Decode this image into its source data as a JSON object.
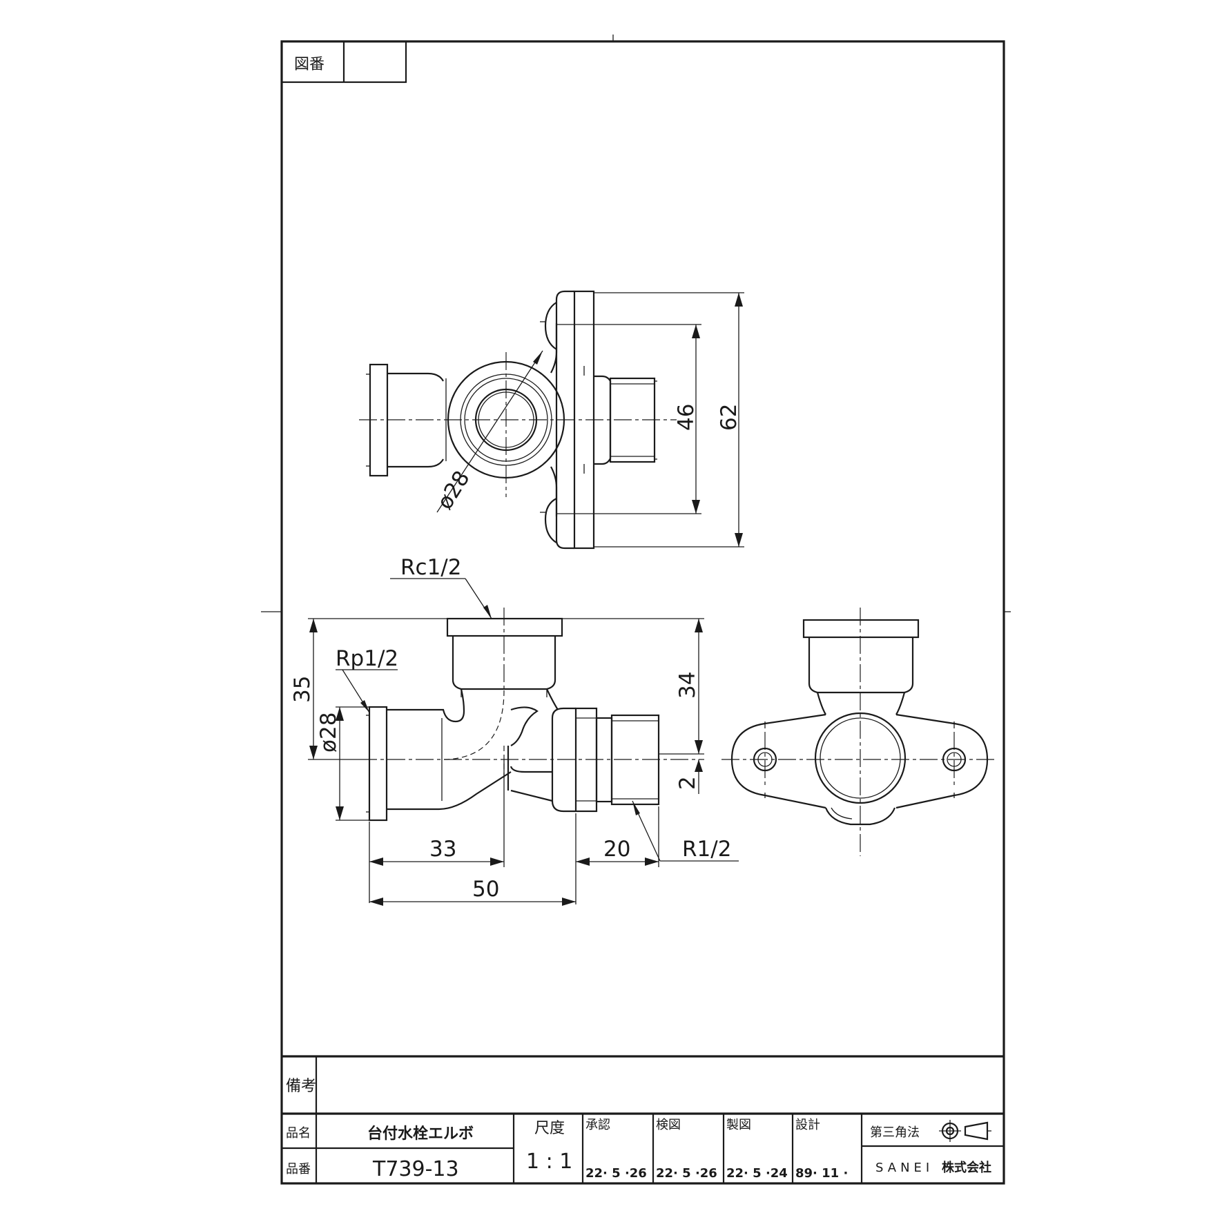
{
  "title_block": {
    "drawing_number_label": "図番",
    "drawing_number_value": "",
    "remarks_label": "備考",
    "remarks_value": "",
    "product_name_label": "品名",
    "product_name": "台付水栓エルボ",
    "product_number_label": "品番",
    "product_number": "T739-13",
    "scale_label": "尺度",
    "scale": "1 : 1",
    "approval_label": "承認",
    "approval_date": "22· 5 ·26",
    "check_label": "検図",
    "check_date": "22· 5 ·26",
    "drafting_label": "製図",
    "drafting_date": "22· 5 ·24",
    "design_label": "設計",
    "design_date": "89· 11 ·",
    "projection_label": "第三角法",
    "company": "SANEI",
    "company_suffix": "株式会社"
  },
  "dimensions": {
    "top_view": {
      "inner_height": "46",
      "outer_height": "62",
      "diameter": "ø28"
    },
    "front_view": {
      "top_port_thread": "Rc1/2",
      "left_port_thread": "Rp1/2",
      "right_port_thread": "R1/2",
      "total_height": "35",
      "port_diameter": "ø28",
      "upper_height": "34",
      "offset": "2",
      "left_to_center": "33",
      "thread_length": "20",
      "overall_width": "50"
    }
  }
}
